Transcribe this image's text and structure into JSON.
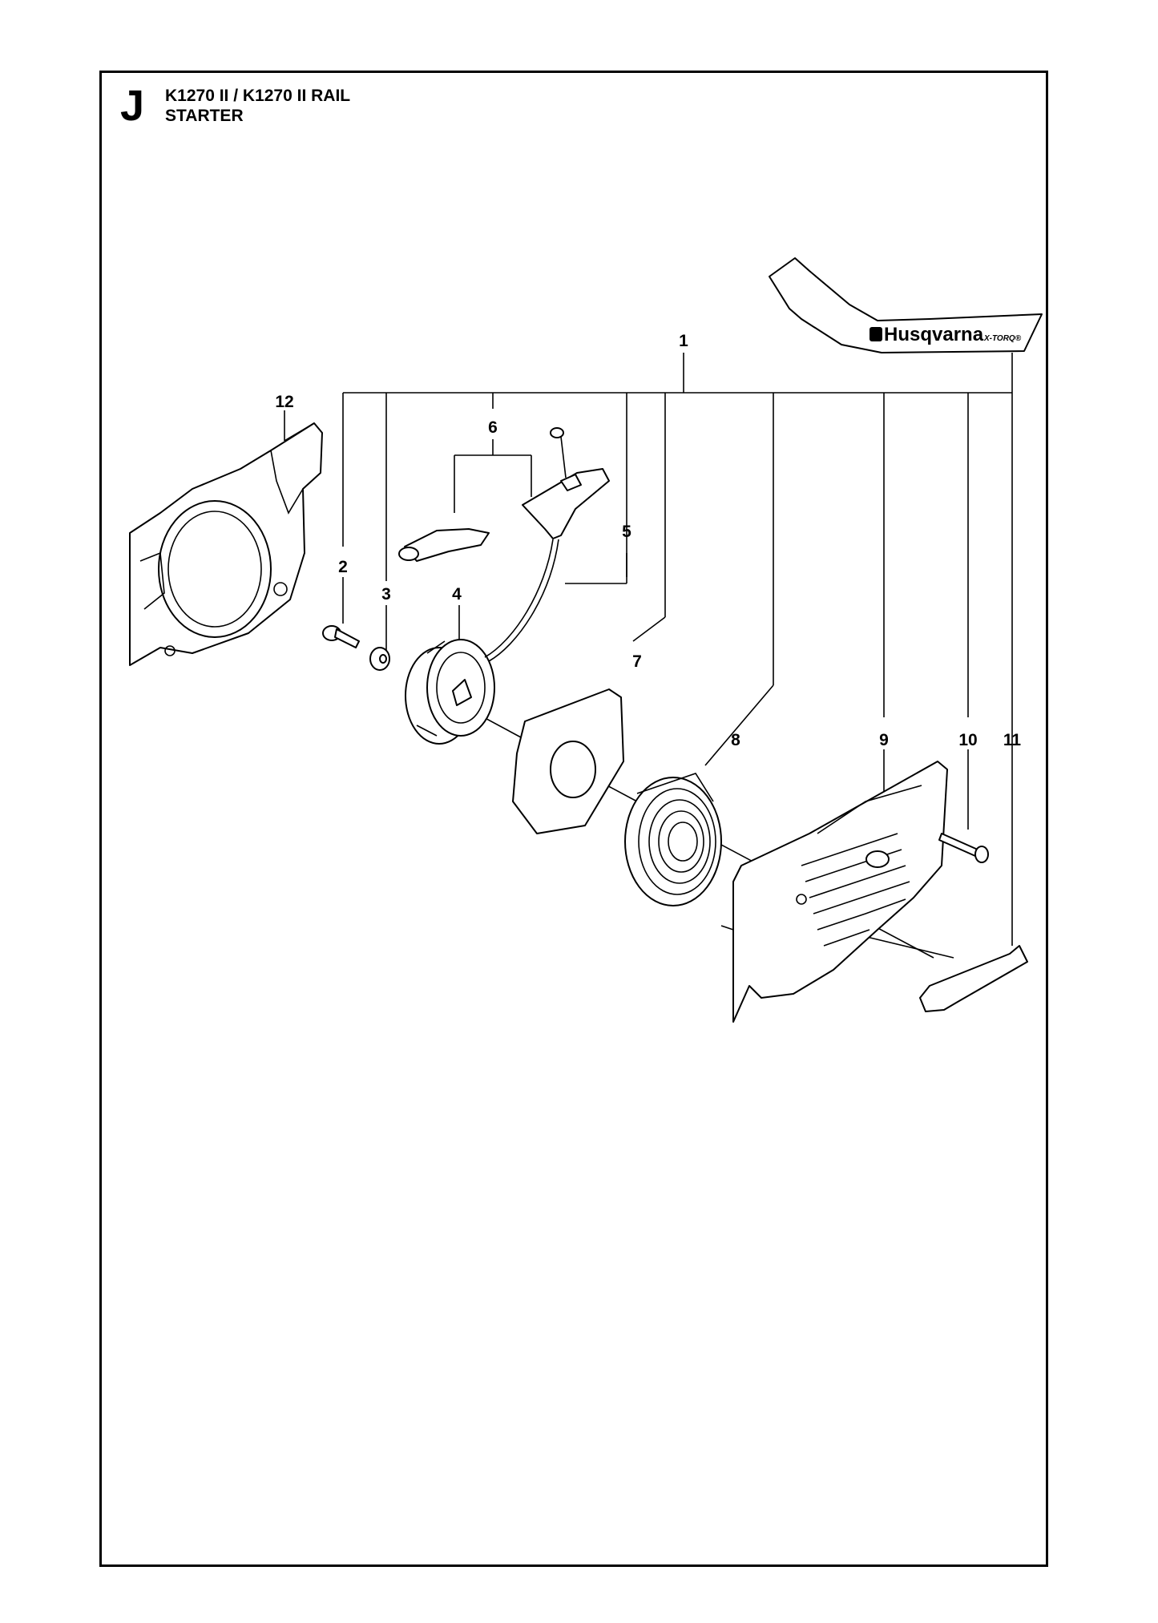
{
  "header": {
    "section_letter": "J",
    "model_line": "K1270 II / K1270 II RAIL",
    "assembly_name": "STARTER"
  },
  "callouts": {
    "c1": "1",
    "c2": "2",
    "c3": "3",
    "c4": "4",
    "c5": "5",
    "c6": "6",
    "c7": "7",
    "c8": "8",
    "c9": "9",
    "c10": "10",
    "c11": "11",
    "c12": "12"
  },
  "decal": {
    "brand": "Husqvarna",
    "sub_brand": "X-TORQ®"
  },
  "icons": {
    "logo": "husqvarna-crown-logo-icon"
  }
}
